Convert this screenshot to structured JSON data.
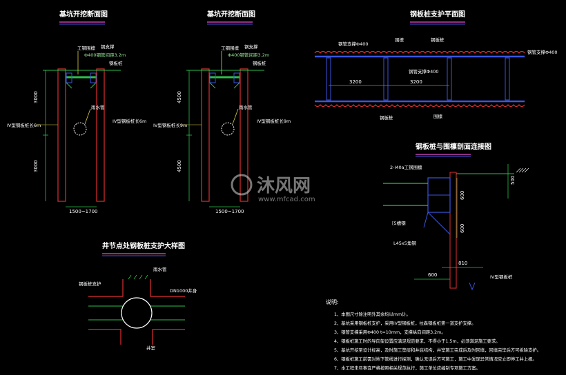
{
  "titles": {
    "sec1": "基坑开挖断面图",
    "sec2": "基坑开挖断面图",
    "plan": "钢板桩支护平面图",
    "detail": "钢板桩与围檩剖面连接图",
    "junction": "井节点处钢板桩支护大样图"
  },
  "sec1": {
    "lbl_beam": "工钢围檩",
    "lbl_brace": "钢支撑",
    "lbl_strut": "Φ400钢管间距3.2m",
    "lbl_pile": "钢板桩",
    "lbl_left": "IV型钢板桩长6m",
    "lbl_right": "IV型钢板桩长6m",
    "lbl_pipe": "雨水管",
    "dim_top": "3000",
    "dim_bot": "3000",
    "dim_width": "1500~1700"
  },
  "sec2": {
    "lbl_beam": "工钢围檩",
    "lbl_brace": "钢支撑",
    "lbl_strut": "Φ400钢管间距3.2m",
    "lbl_pile": "钢板桩",
    "lbl_left": "IV型钢板桩长9m",
    "lbl_right": "IV型钢板桩长9m",
    "lbl_pipe": "雨水管",
    "dim_top": "4500",
    "dim_bot": "4500",
    "dim_width": "1500~1700"
  },
  "plan": {
    "lbl_strut1": "钢管支撑Φ400",
    "lbl_wale": "围檩",
    "lbl_pile": "钢板桩",
    "lbl_strut_right": "钢管支撑Φ400",
    "lbl_strut_mid": "钢管支撑Φ400",
    "dim1": "3200",
    "dim2": "3200",
    "lbl_pile_bottom": "钢板桩",
    "lbl_wale_bottom": "围檩"
  },
  "detail": {
    "lbl_beam": "2-I40a工钢围檩",
    "lbl_plate": "[5槽钢",
    "lbl_angle": "L45x5角钢",
    "lbl_pile": "IV型钢板桩",
    "dim_500": "500",
    "dim_600a": "600",
    "dim_600b": "600",
    "dim_810": "810",
    "dim_600c": "600"
  },
  "junction": {
    "lbl_pile": "钢板桩支护",
    "lbl_pipe": "雨水管",
    "lbl_well": "DN1000井身",
    "lbl_bot": "井室"
  },
  "notes": {
    "header": "说明:",
    "items": [
      "1、本图尺寸除注明外其余均以mm计。",
      "2、基坑采用钢板桩支护，采用IV型钢板桩，拉森钢板桩第一道支护支撑。",
      "3、钢管支撑采用Φ400 t=10mm，支撑纵向间距3.2m。",
      "4、钢板桩施工时的导向架设置应满足规范要求，不得小于1.5m，必须满足施工要求。",
      "5、基坑开挖至设计标高，及时施工垫层和井底结构，井室施工完成后及时回填，回填完毕后方可拆除支护。",
      "6、钢板桩施工前需对地下管线进行探测，确认无误后方可施工，施工中发现异常情况应立即停工并上报。",
      "7、本工程未尽事宜严格按照相关规范执行，施工单位应编制专项施工方案。"
    ]
  },
  "watermark": {
    "brand": "沐风网",
    "url": "www.mfcad.com"
  },
  "colors": {
    "background": "#000000",
    "pile_red": "#e03030",
    "green": "#2dbf4a",
    "blue": "#3a55e0",
    "white": "#ffffff",
    "title_underline": "#e84bd0",
    "yellow": "#e0d040"
  }
}
